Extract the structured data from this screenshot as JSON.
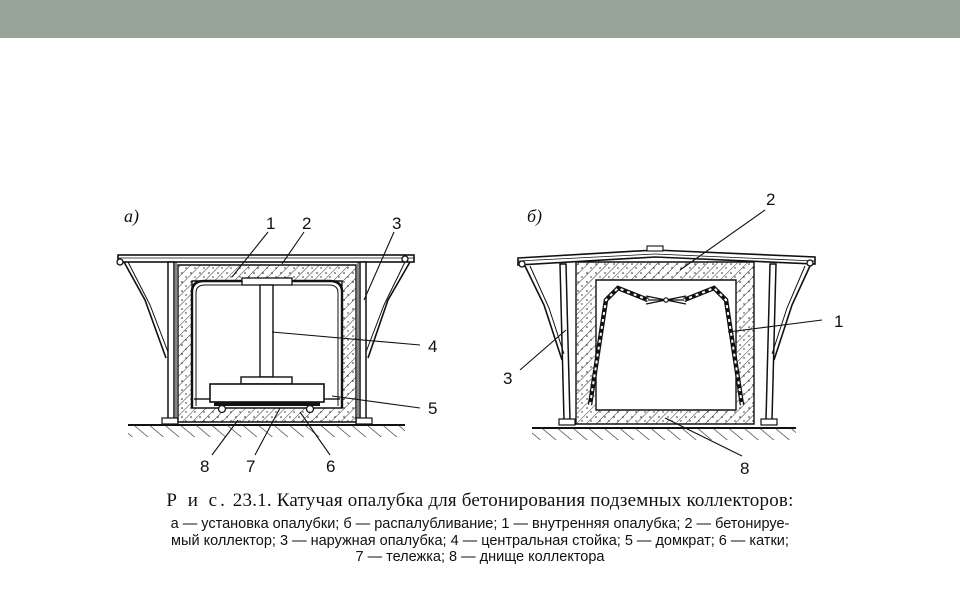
{
  "header_band_color": "#98a39a",
  "diagram": {
    "panel_a": {
      "letter": "а)",
      "callouts": {
        "c1": "1",
        "c2": "2",
        "c3": "3",
        "c4": "4",
        "c5": "5",
        "c6": "6",
        "c7": "7",
        "c8": "8"
      }
    },
    "panel_b": {
      "letter": "б)",
      "callouts": {
        "c1": "1",
        "c2": "2",
        "c3": "3",
        "c8": "8"
      }
    }
  },
  "caption": {
    "prefix": "Р и с.",
    "number": "23.1.",
    "title": "Катучая опалубка для бетонирования подземных коллекторов:",
    "line1": "а — установка опалубки; б — распалубливание; 1 — внутренняя опалубка; 2 — бетонируе-",
    "line2": "мый коллектор; 3 — наружная опалубка; 4 — центральная стойка; 5 — домкрат; 6 — катки;",
    "line3": "7 — тележка; 8 — днище коллектора"
  }
}
